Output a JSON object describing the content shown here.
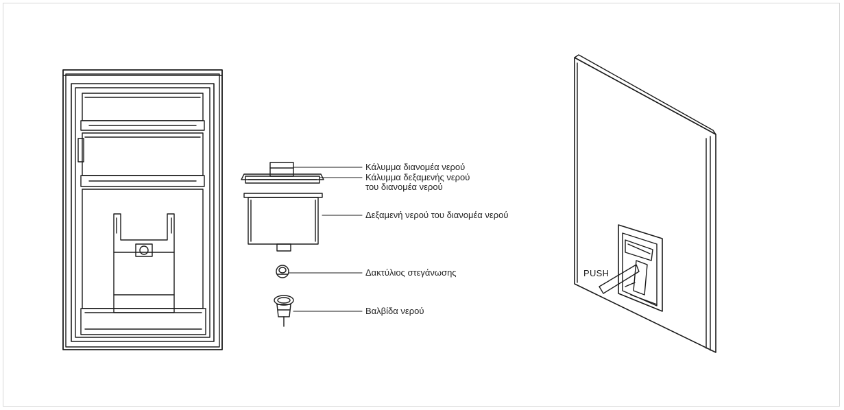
{
  "labels": {
    "dispenser_cover": "Κάλυμμα διανομέα νερού",
    "tank_cover_line1": "Κάλυμμα δεξαμενής νερού",
    "tank_cover_line2": "του διανομέα νερού",
    "tank": "Δεξαμενή νερού του διανομέα νερού",
    "seal_ring": "Δακτύλιος στεγάνωσης",
    "valve": "Βαλβίδα νερού",
    "push": "PUSH"
  },
  "colors": {
    "line": "#1a1a1a",
    "fill": "#ffffff",
    "frame": "#d7d7d7"
  }
}
